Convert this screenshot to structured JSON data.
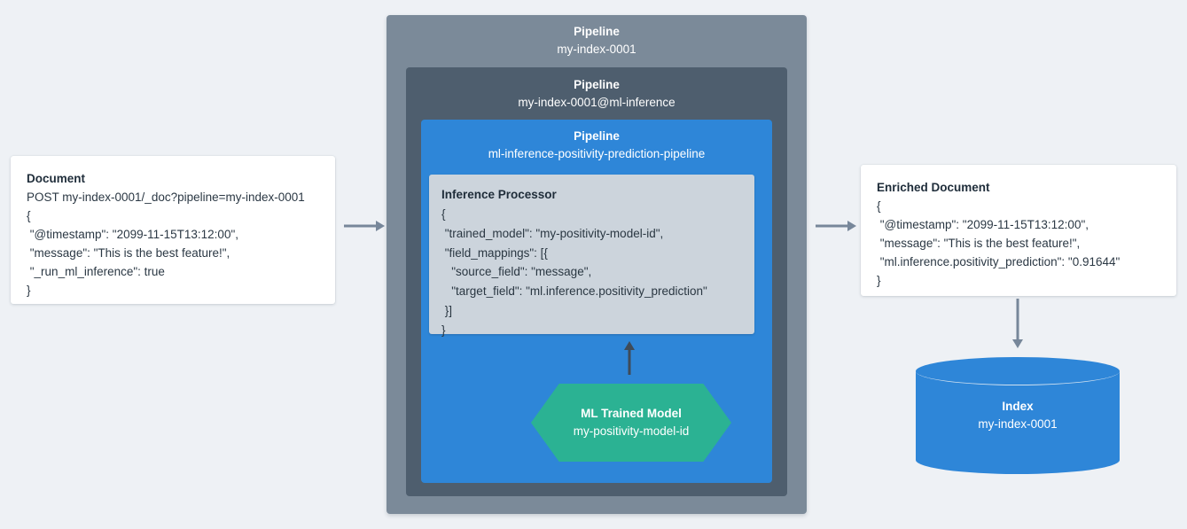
{
  "diagram": {
    "title": "Elasticsearch ML inference ingest pipeline flow",
    "background_color": "#eef1f5",
    "colors": {
      "outer_pipeline": "#7b8a99",
      "mid_pipeline": "#4e5e6e",
      "inner_pipeline": "#2e86d8",
      "processor_box": "#ccd4dc",
      "ml_model": "#2bb293",
      "index_cylinder": "#2e86d8",
      "arrow": "#77879a",
      "card_background": "#ffffff",
      "text_dark": "#1f2d3a",
      "text_light": "#ffffff"
    }
  },
  "source_document": {
    "title": "Document",
    "request": "POST my-index-0001/_doc?pipeline=my-index-0001",
    "body_lines": [
      "{",
      " \"@timestamp\": \"2099-11-15T13:12:00\",",
      " \"message\": \"This is the best feature!\",",
      " \"_run_ml_inference\": true",
      "}"
    ]
  },
  "pipelines": {
    "outer": {
      "label": "Pipeline",
      "name": "my-index-0001"
    },
    "middle": {
      "label": "Pipeline",
      "name": "my-index-0001@ml-inference"
    },
    "inner": {
      "label": "Pipeline",
      "name": "ml-inference-positivity-prediction-pipeline"
    }
  },
  "processor": {
    "title": "Inference Processor",
    "body_lines": [
      "{",
      " \"trained_model\": \"my-positivity-model-id\",",
      " \"field_mappings\": [{",
      "   \"source_field\": \"message\",",
      "   \"target_field\": \"ml.inference.positivity_prediction\"",
      " }]",
      "}"
    ]
  },
  "ml_model": {
    "title": "ML Trained Model",
    "name": "my-positivity-model-id"
  },
  "enriched_document": {
    "title": "Enriched Document",
    "body_lines": [
      "{",
      " \"@timestamp\": \"2099-11-15T13:12:00\",",
      " \"message\": \"This is the best feature!\",",
      " \"ml.inference.positivity_prediction\": \"0.91644\"",
      "}"
    ]
  },
  "index": {
    "title": "Index",
    "name": "my-index-0001"
  },
  "arrows": {
    "doc_to_pipeline": "arrow-right-icon",
    "pipeline_to_enriched": "arrow-right-icon",
    "model_to_processor": "arrow-up-icon",
    "enriched_to_index": "arrow-down-icon"
  }
}
